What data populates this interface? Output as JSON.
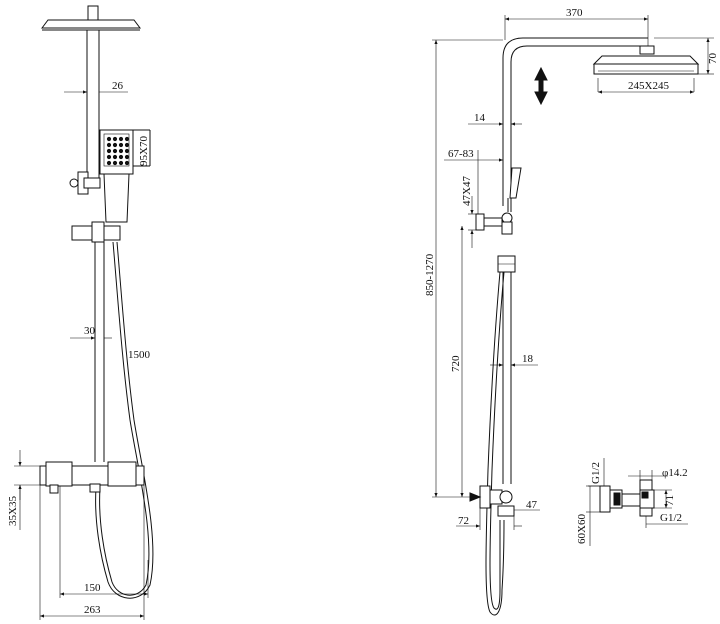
{
  "front_view": {
    "dim_rail_diameter": "26",
    "dim_handshower_head": "95X70",
    "dim_bar_diameter": "30",
    "dim_hose_length": "1500",
    "dim_body_profile": "35X35",
    "dim_inlet_centers": "150",
    "dim_body_length": "263"
  },
  "side_view": {
    "dim_arm_reach": "370",
    "dim_head_thickness": "70",
    "dim_head_size": "245X245",
    "dim_wall_offset": "14",
    "dim_bracket_range": "67-83",
    "dim_bracket_size": "47X47",
    "dim_height_range": "850-1270",
    "dim_bar_height": "720",
    "dim_slider_diameter": "18",
    "dim_body_depth": "72",
    "dim_outlet": "47"
  },
  "connector_detail": {
    "dim_thread_top": "G1/2",
    "dim_pipe_diameter": "φ14.2",
    "dim_offset": "71",
    "dim_thread_bottom": "G1/2",
    "dim_flange": "60X60"
  },
  "colors": {
    "line": "#111111",
    "background": "#ffffff"
  }
}
